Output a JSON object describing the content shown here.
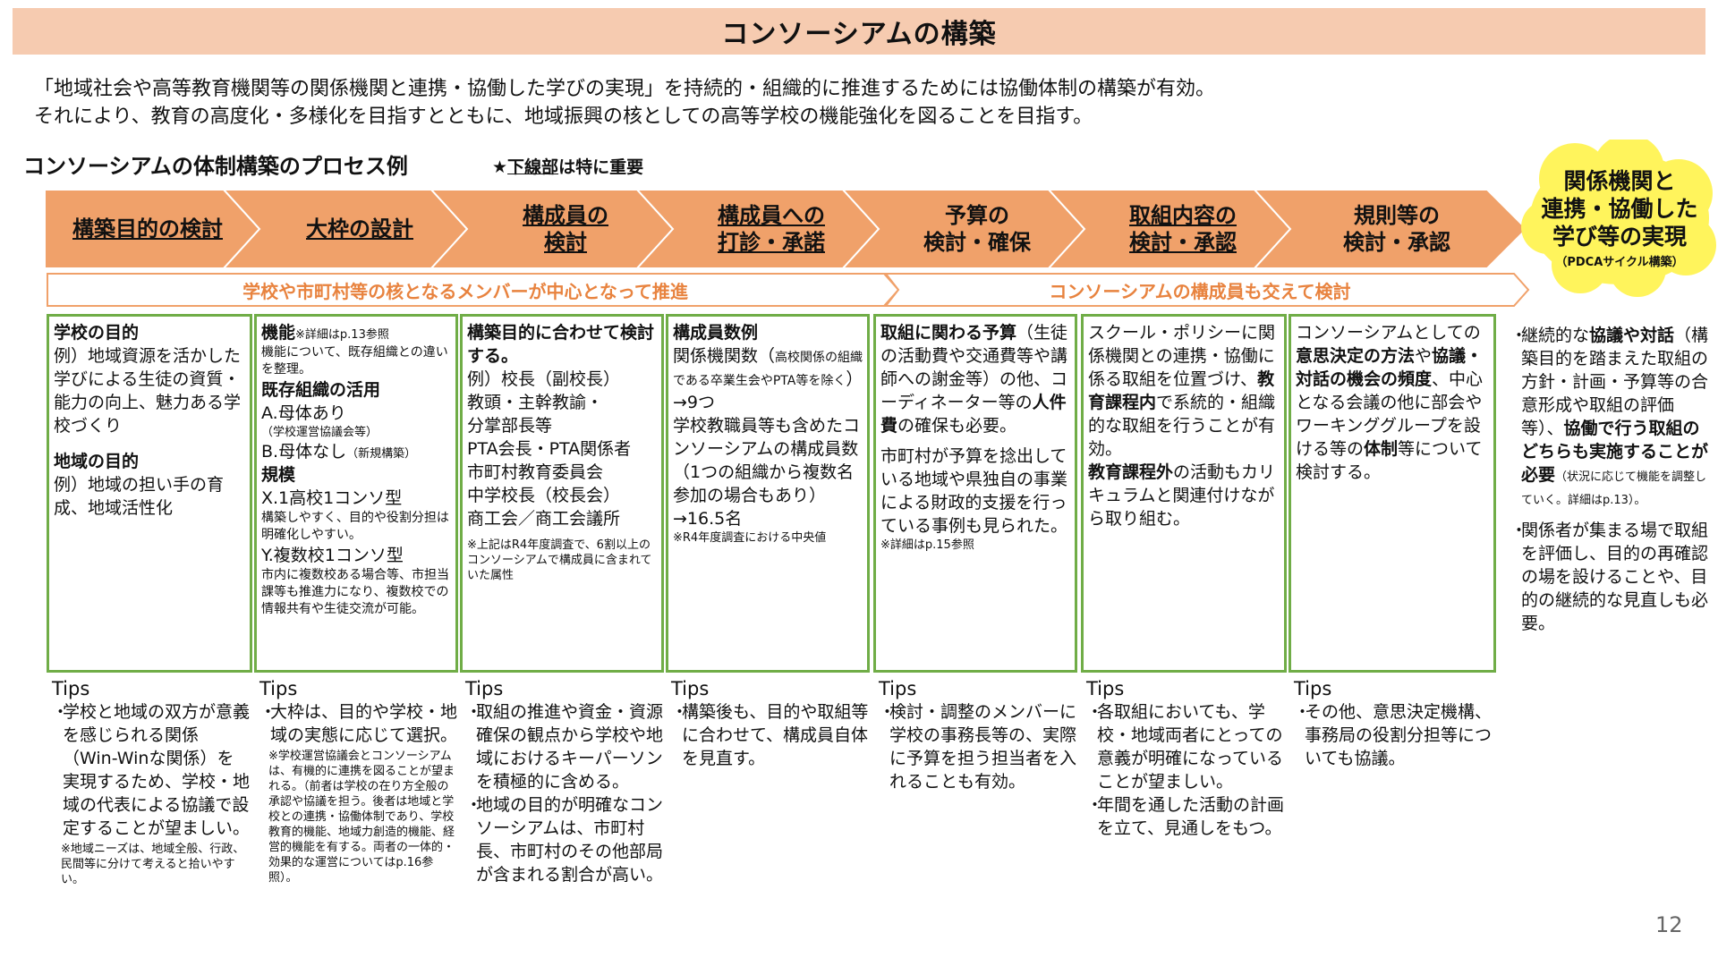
{
  "title": "コンソーシアムの構築",
  "intro": [
    "「地域社会や高等教育機関等の関係機関と連携・協働した学びの実現」を持続的・組織的に推進するためには協働体制の構築が有効。",
    "それにより、教育の高度化・多様化を目指すとともに、地域振興の核としての高等学校の機能強化を図ることを目指す。"
  ],
  "subheading": "コンソーシアムの体制構築のプロセス例",
  "note_prefix": "★",
  "note_underlined": "下線部",
  "note_suffix": "は特に重要",
  "steps": [
    {
      "line1": "構築目的の検討",
      "line2": ""
    },
    {
      "line1": "大枠の設計",
      "line2": ""
    },
    {
      "line1": "構成員の",
      "line2": "検討"
    },
    {
      "line1": "構成員への",
      "line2": "打診・承諾"
    },
    {
      "line1": "予算の",
      "line2": "検討・確保"
    },
    {
      "line1": "取組内容の",
      "line2": "検討・承認"
    },
    {
      "line1": "規則等の",
      "line2": "検討・承認"
    }
  ],
  "goal": {
    "line1": "関係機関と",
    "line2": "連携・協働した",
    "line3": "学び等の実現",
    "sub": "（PDCAサイクル構築）"
  },
  "phases": [
    "学校や市町村等の核となるメンバーが中心となって推進",
    "コンソーシアムの構成員も交えて検討"
  ],
  "box1": {
    "h1": "学校の目的",
    "t1": "例）地域資源を活かした学びによる生徒の資質・能力の向上、魅力ある学校づくり",
    "h2": "地域の目的",
    "t2": "例）地域の担い手の育成、地域活性化"
  },
  "box2": {
    "h1": "機能",
    "h1_note": "※詳細はp.13参照",
    "t1": "機能について、既存組織との違いを整理。",
    "h2": "既存組織の活用",
    "a": "A.母体あり",
    "a_note": "（学校運営協議会等）",
    "b": "B.母体なし",
    "b_note": "（新規構築）",
    "h3": "規模",
    "x": "X.1高校1コンソ型",
    "x_note": "構築しやすく、目的や役割分担は明確化しやすい。",
    "y": "Y.複数校1コンソ型",
    "y_note": "市内に複数校ある場合等、市担当課等も推進力になり、複数校での情報共有や生徒交流が可能。"
  },
  "box3": {
    "h1": "構築目的に合わせて検討する。",
    "lines": [
      "例）校長（副校長）",
      "教頭・主幹教諭・",
      "分掌部長等",
      "PTA会長・PTA関係者",
      "市町村教育委員会",
      "中学校長（校長会）",
      "商工会／商工会議所"
    ],
    "note": "※上記はR4年度調査で、6割以上のコンソーシアムで構成員に含まれていた属性"
  },
  "box4": {
    "h1": "構成員数例",
    "t1a": "関係機関数（",
    "t1_small": "高校関係の組織である卒業生会やPTA等を除く",
    "t1b": "）→9つ",
    "t2": "学校教職員等も含めたコンソーシアムの構成員数（1つの組織から複数名参加の場合もあり）→16.5名",
    "note": "※R4年度調査における中央値"
  },
  "box5": {
    "h1": "取組に関わる予算",
    "t1": "（生徒の活動費や交通費等や講師への謝金等）の他、コーディネーター等の",
    "t1_bold": "人件費",
    "t1_end": "の確保も必要。",
    "t2": "市町村が予算を捻出している地域や県独自の事業による財政的支援を行っている事例も見られた。",
    "note": "※詳細はp.15参照"
  },
  "box6": {
    "t1": "スクール・ポリシーに関係機関との連携・協働に係る取組を位置づけ、",
    "t1_bold": "教育課程内",
    "t1_end": "で系統的・組織的な取組を行うことが有効。",
    "t2_bold": "教育課程外",
    "t2": "の活動もカリキュラムと関連付けながら取り組む。"
  },
  "box7": {
    "t1": "コンソーシアムとしての",
    "t1_bold": "意思決定の方法",
    "t1_mid": "や",
    "t1_bold2": "協議・対話の機会の頻度",
    "t1_mid2": "、中心となる会議の他に部会やワーキンググループを設ける等の",
    "t1_bold3": "体制",
    "t1_end": "等について検討する。"
  },
  "right_col": {
    "b1_pre": "継続的な",
    "b1_bold1": "協議や対話",
    "b1_mid": "（構築目的を踏まえた取組の方針・計画・予算等の合意形成や取組の評価等）、",
    "b1_bold2": "協働で行う取組のどちらも実施することが必要",
    "b1_note": "（状況に応じて機能を調整していく。詳細はp.13）。",
    "b2": "関係者が集まる場で取組を評価し、目的の再確認の場を設けることや、目的の継続的な見直しも必要。"
  },
  "tips_label": "Tips",
  "tips": [
    {
      "items": [
        "学校と地域の双方が意義を感じられる関係（Win-Winな関係）を実現するため、学校・地域の代表による協議で設定することが望ましい。"
      ],
      "note": "※地域ニーズは、地域全般、行政、民間等に分けて考えると拾いやすい。"
    },
    {
      "items": [
        "大枠は、目的や学校・地域の実態に応じて選択。"
      ],
      "note": "※学校運営協議会とコンソーシアムは、有機的に連携を図ることが望まれる。（前者は学校の在り方全般の承認や協議を担う。後者は地域と学校との連携・協働体制であり、学校教育的機能、地域力創造的機能、経営的機能を有する。両者の一体的・効果的な運営についてはp.16参照）。"
    },
    {
      "items": [
        "取組の推進や資金・資源確保の観点から学校や地域におけるキーパーソンを積極的に含める。",
        "地域の目的が明確なコンソーシアムは、市町村長、市町村のその他部局が含まれる割合が高い。"
      ],
      "note": ""
    },
    {
      "items": [
        "構築後も、目的や取組等に合わせて、構成員自体を見直す。"
      ],
      "note": ""
    },
    {
      "items": [
        "検討・調整のメンバーに学校の事務長等の、実際に予算を担う担当者を入れることも有効。"
      ],
      "note": ""
    },
    {
      "items": [
        "各取組においても、学校・地域両者にとっての意義が明確になっていることが望ましい。",
        "年間を通した活動の計画を立て、見通しをもつ。"
      ],
      "note": ""
    },
    {
      "items": [
        "その他、意思決定機構、事務局の役割分担等についても協議。"
      ],
      "note": ""
    }
  ],
  "page_number": "12",
  "colors": {
    "arrow": "#f0a16a",
    "phase_border": "#f0a16a",
    "phase_text": "#e8833f",
    "box_border": "#70ad47",
    "title_bg": "#f6cbb0",
    "goal_bg": "#fff45c"
  }
}
